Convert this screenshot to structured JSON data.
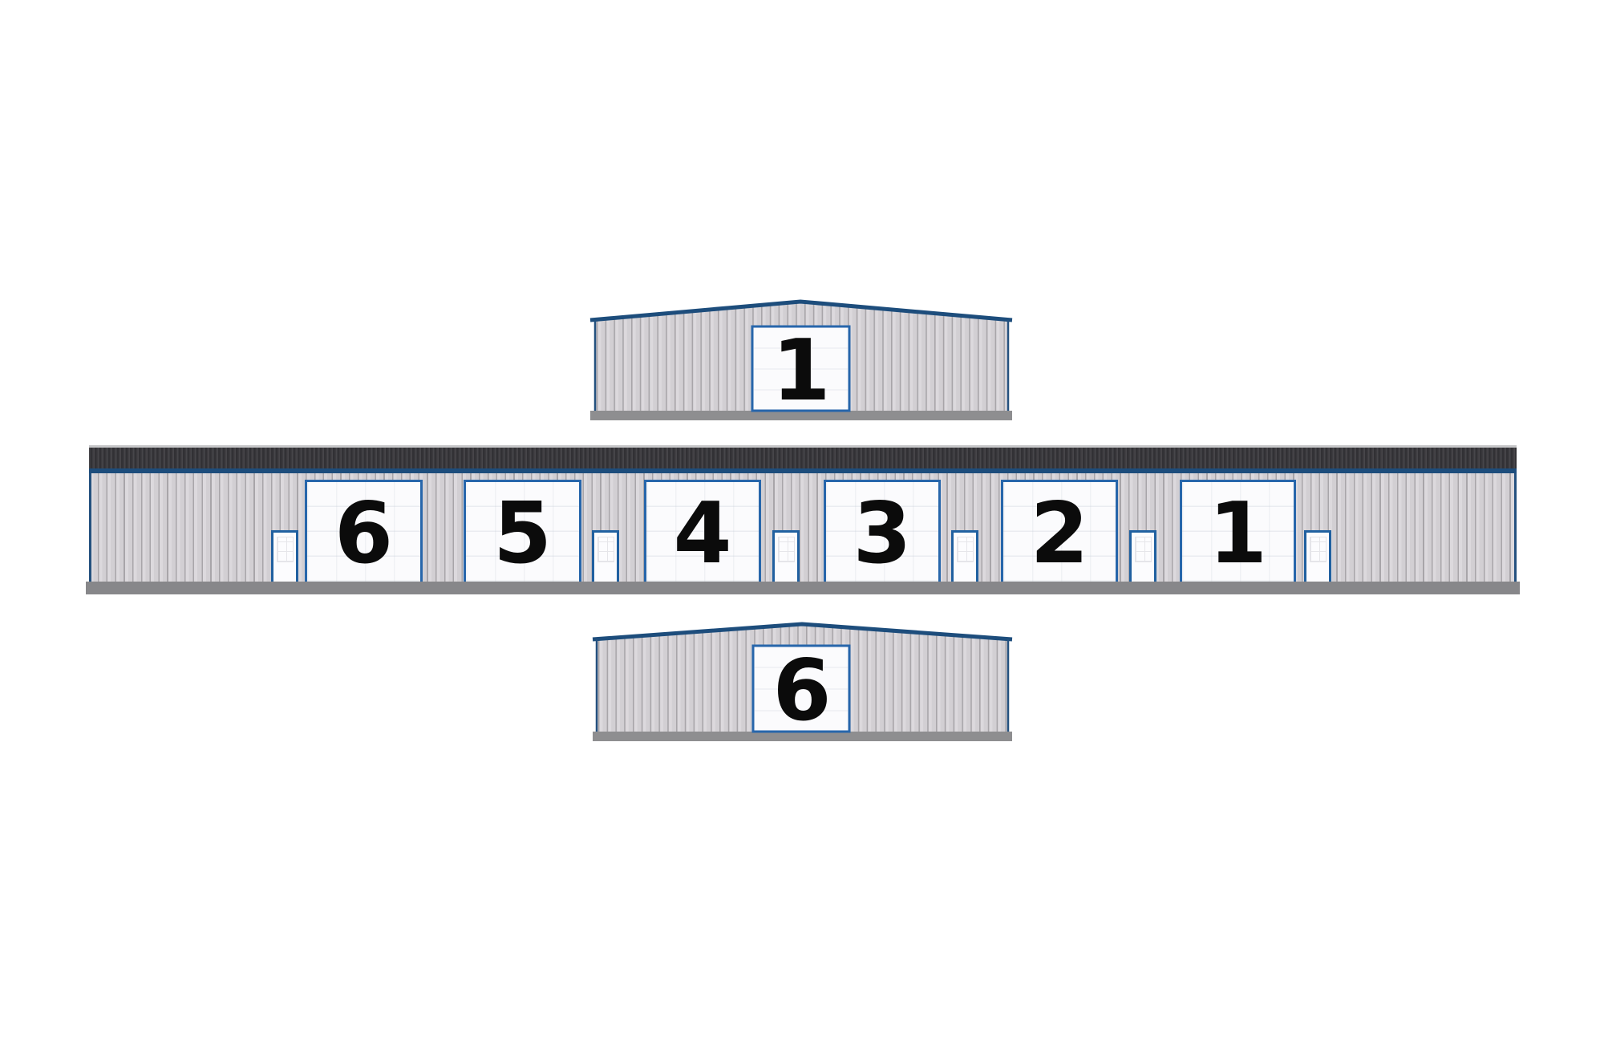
{
  "drawing": {
    "description": "storage building elevation drawing",
    "background": "#ffffff"
  },
  "colors": {
    "siding": "#d7d4d8",
    "siding_rib": "#a8a5a9",
    "roof_band_dark": "#3a393c",
    "navy_trim": "#1d4d7c",
    "door_border_blue": "#2766ab",
    "door_fill": "#fbfbfd",
    "foundation_gray": "#87878a",
    "number_black": "#0b0b0b"
  },
  "top_building": {
    "view": "gable end elevation",
    "door_label": "1"
  },
  "middle_building": {
    "view": "side elevation",
    "units": [
      {
        "number": "6"
      },
      {
        "number": "5"
      },
      {
        "number": "4"
      },
      {
        "number": "3"
      },
      {
        "number": "2"
      },
      {
        "number": "1"
      }
    ],
    "man_door_count": 6
  },
  "bottom_building": {
    "view": "gable end elevation",
    "door_label": "6"
  }
}
